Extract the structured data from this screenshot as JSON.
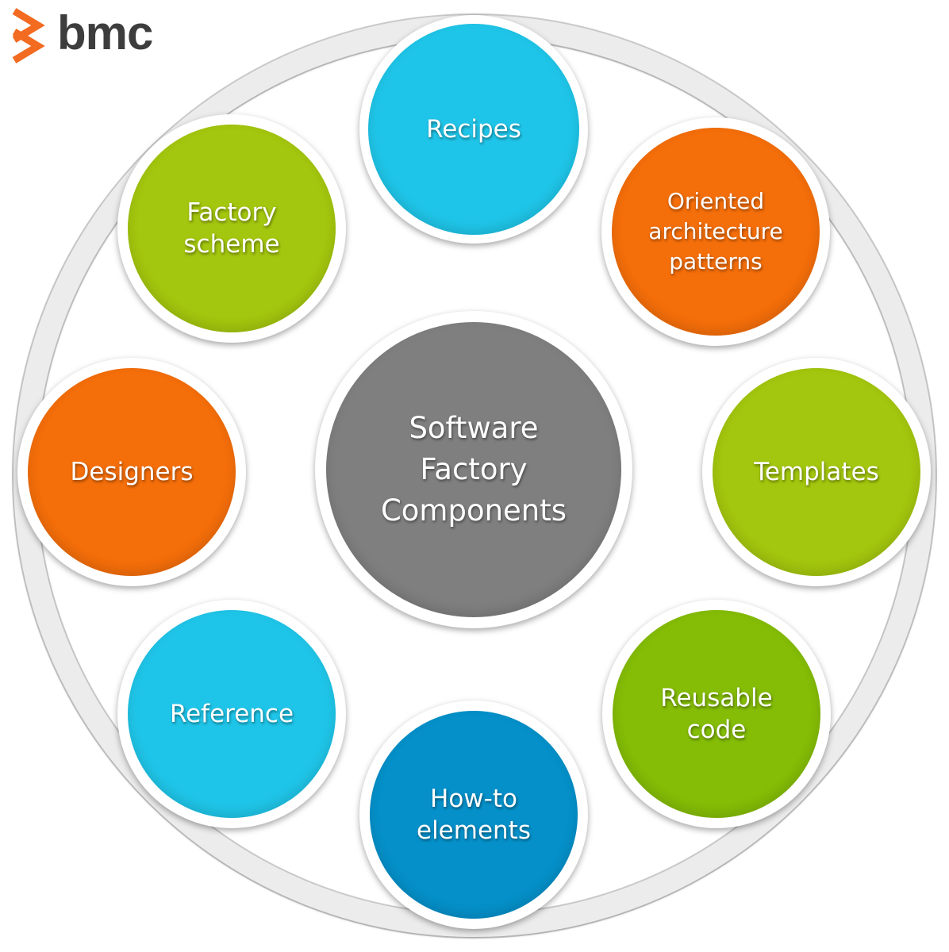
{
  "logo": {
    "text": "bmc",
    "colors": {
      "mark": "#f26b21",
      "text": "#3d3d3d"
    }
  },
  "center": {
    "label": "Software\nFactory\nComponents",
    "color": "#7f7f7f"
  },
  "components": [
    {
      "id": "recipes",
      "label": "Recipes",
      "color": "#1fc5e8"
    },
    {
      "id": "oriented-architecture-patterns",
      "label": "Oriented\narchitecture\npatterns",
      "color": "#f46e0a"
    },
    {
      "id": "templates",
      "label": "Templates",
      "color": "#a3c60e"
    },
    {
      "id": "reusable-code",
      "label": "Reusable\ncode",
      "color": "#84bc06"
    },
    {
      "id": "how-to-elements",
      "label": "How-to\nelements",
      "color": "#0590c9"
    },
    {
      "id": "reference",
      "label": "Reference",
      "color": "#1fc5e8"
    },
    {
      "id": "designers",
      "label": "Designers",
      "color": "#f46e0a"
    },
    {
      "id": "factory-scheme",
      "label": "Factory\nscheme",
      "color": "#a3c60e"
    }
  ],
  "ring_color": "#e6e6e6"
}
